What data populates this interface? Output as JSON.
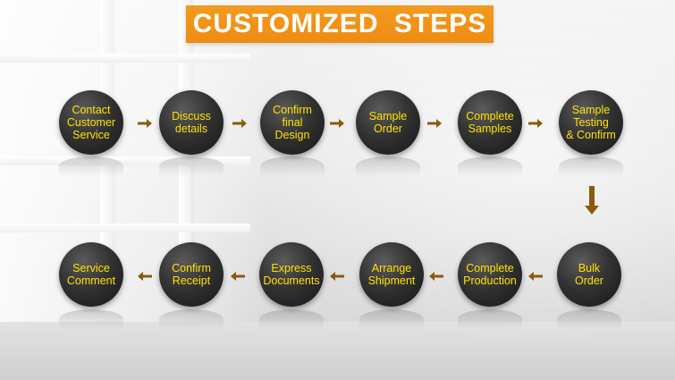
{
  "title": "CUSTOMIZED STEPS",
  "colors": {
    "title_bg": "#ee8c12",
    "title_text": "#ffffff",
    "step_text": "#ffe000",
    "arrow": "#8b5a10"
  },
  "steps": [
    "Contact\nCustomer\nService",
    "Discuss\ndetails",
    "Confirm\nfinal\nDesign",
    "Sample\nOrder",
    "Complete\nSamples",
    "Sample\nTesting\n& Confirm",
    "Bulk\nOrder",
    "Complete\nProduction",
    "Arrange\nShipment",
    "Express\nDocuments",
    "Confirm\nReceipt",
    "Service\nComment"
  ]
}
